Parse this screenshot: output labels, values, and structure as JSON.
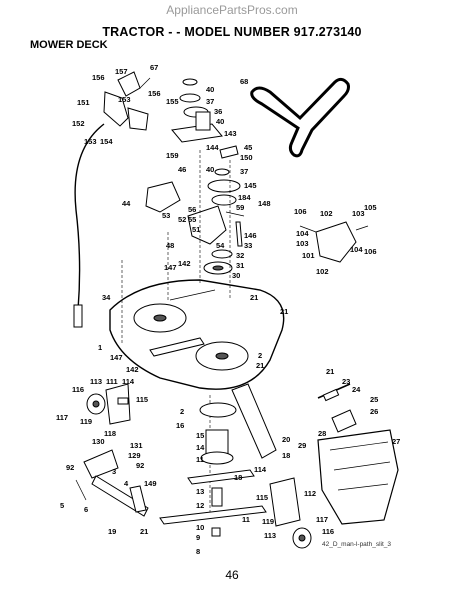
{
  "watermark": "AppliancePartsPros.com",
  "title": "TRACTOR - - MODEL NUMBER  917.273140",
  "section": "MOWER DECK",
  "page_number": "46",
  "image_ref": "42_D_man-l-path_slit_3",
  "callouts": {
    "c1": "156",
    "c2": "157",
    "c3": "67",
    "c4": "151",
    "c5": "153",
    "c6": "156",
    "c7": "155",
    "c8": "152",
    "c9": "153",
    "c10": "154",
    "c11": "40",
    "c12": "37",
    "c13": "36",
    "c14": "40",
    "c15": "143",
    "c16": "144",
    "c17": "68",
    "c18": "45",
    "c19": "150",
    "c20": "159",
    "c21": "40",
    "c22": "37",
    "c23": "145",
    "c24": "184",
    "c25": "59",
    "c26": "148",
    "c27": "46",
    "c28": "44",
    "c29": "56",
    "c30": "55",
    "c31": "53",
    "c32": "52",
    "c33": "51",
    "c34": "48",
    "c35": "54",
    "c36": "146",
    "c37": "33",
    "c38": "32",
    "c39": "31",
    "c40": "30",
    "c41": "147",
    "c42": "142",
    "c43": "21",
    "c44": "34",
    "c45": "21",
    "c46": "106",
    "c47": "102",
    "c48": "103",
    "c49": "105",
    "c50": "104",
    "c51": "103",
    "c52": "101",
    "c53": "104",
    "c54": "106",
    "c55": "102",
    "c56": "1",
    "c57": "147",
    "c58": "142",
    "c59": "2",
    "c60": "21",
    "c61": "116",
    "c62": "113",
    "c63": "111",
    "c64": "114",
    "c65": "115",
    "c66": "117",
    "c67": "119",
    "c68": "118",
    "c69": "2",
    "c70": "16",
    "c71": "15",
    "c72": "14",
    "c73": "11",
    "c74": "18",
    "c75": "114",
    "c76": "20",
    "c77": "18",
    "c78": "21",
    "c79": "23",
    "c80": "24",
    "c81": "25",
    "c82": "26",
    "c83": "28",
    "c84": "29",
    "c85": "27",
    "c86": "130",
    "c87": "131",
    "c88": "129",
    "c89": "92",
    "c90": "92",
    "c91": "3",
    "c92": "4",
    "c93": "149",
    "c94": "5",
    "c95": "6",
    "c96": "13",
    "c97": "12",
    "c98": "115",
    "c99": "112",
    "c100": "119",
    "c101": "19",
    "c102": "21",
    "c103": "10",
    "c104": "9",
    "c105": "8",
    "c106": "11",
    "c107": "113",
    "c108": "117",
    "c109": "116"
  }
}
